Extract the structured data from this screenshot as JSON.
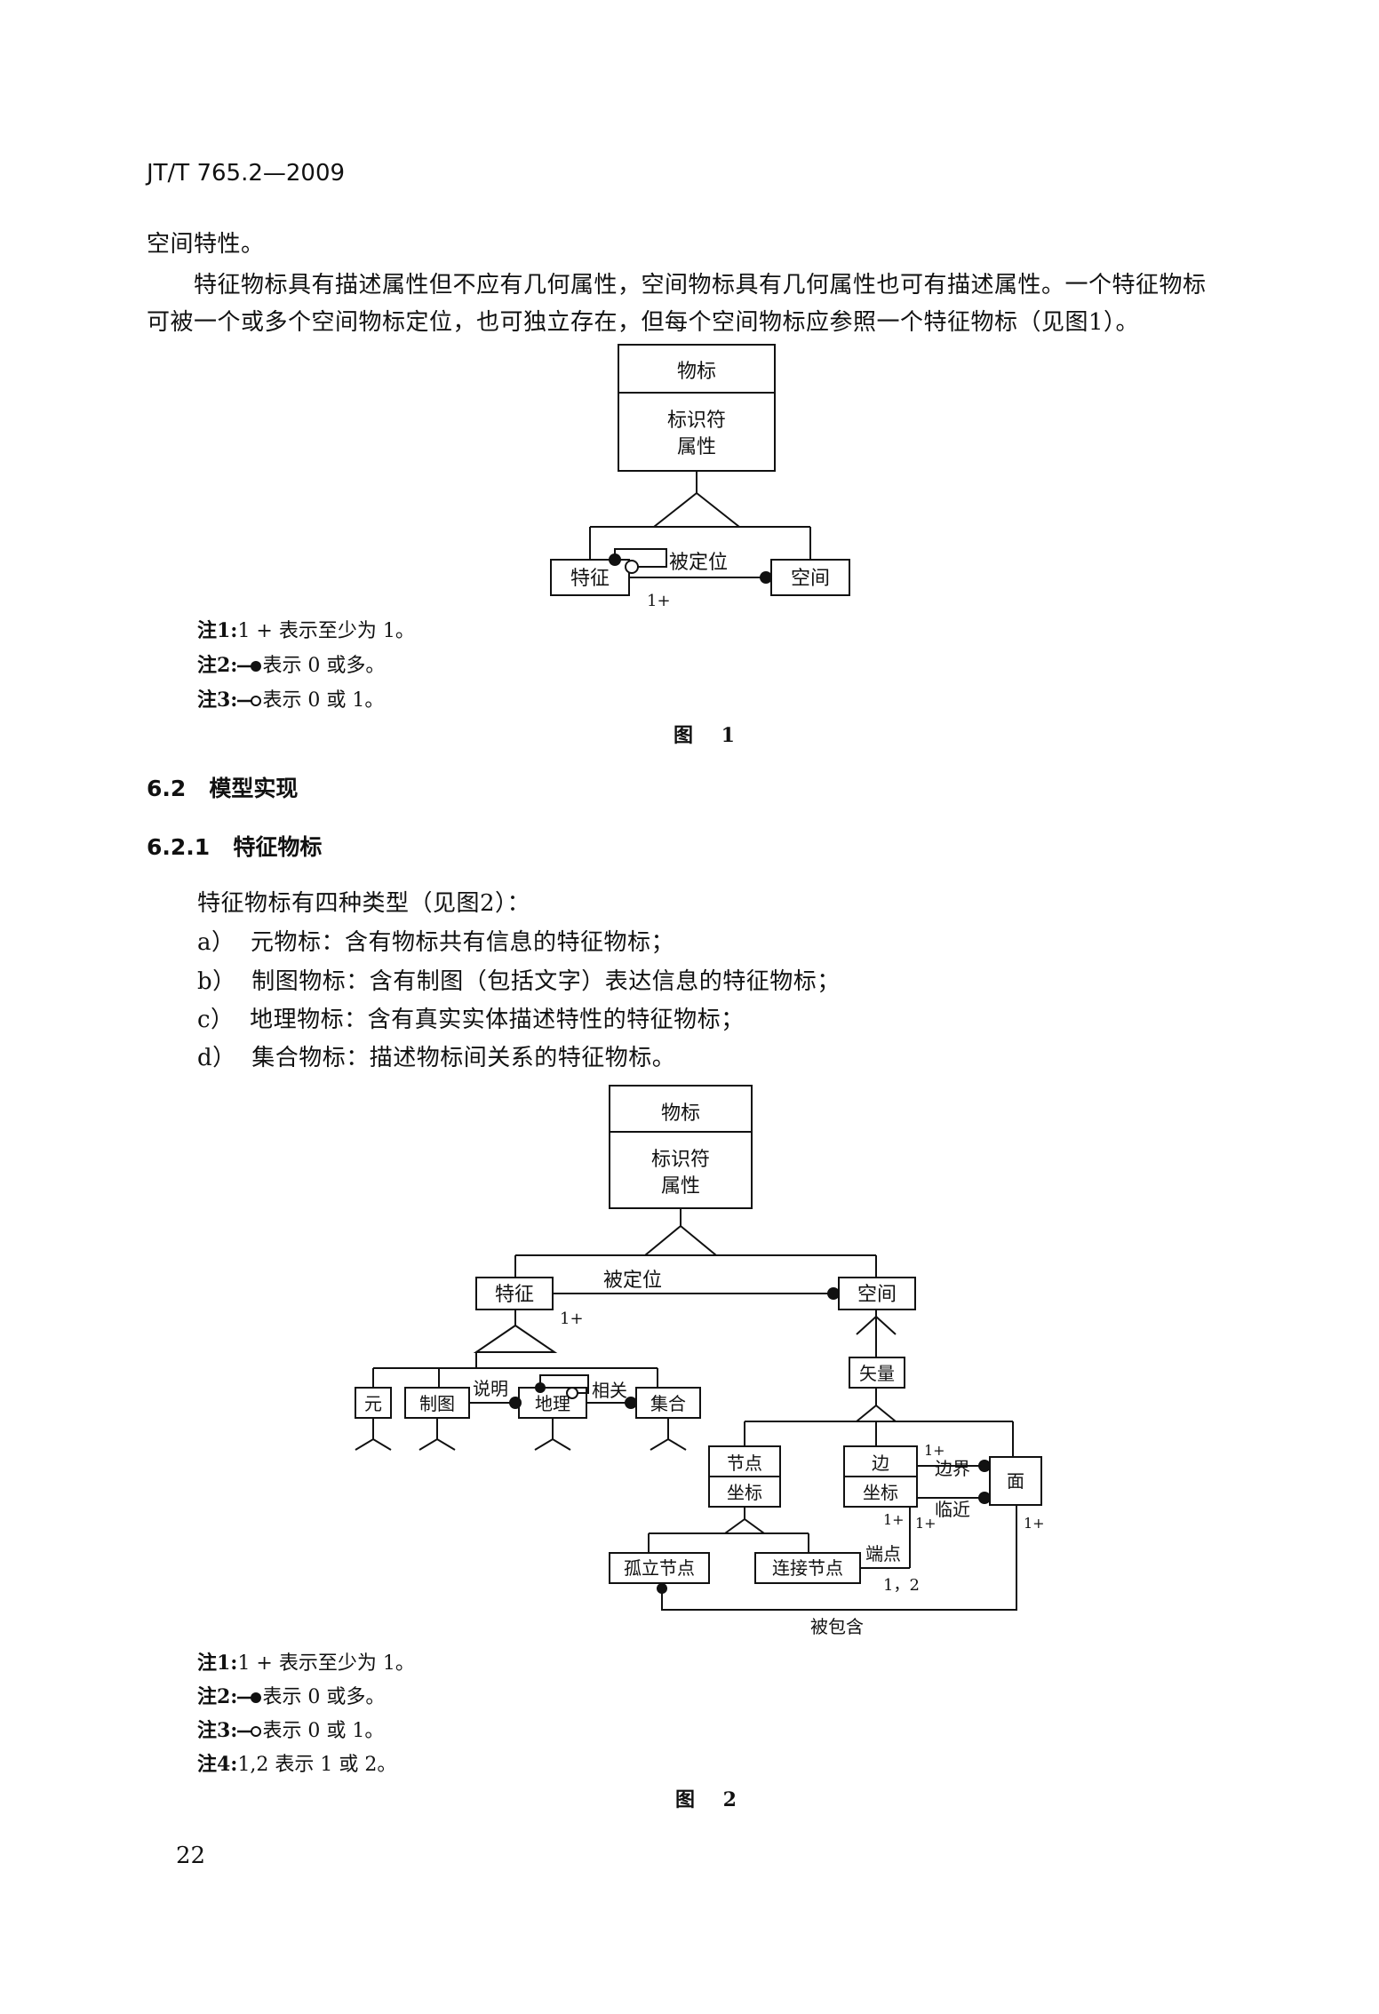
{
  "header": {
    "doc_code": "JT/T 765.2—2009"
  },
  "paragraphs": {
    "p0": "空间特性。",
    "p1_line1": "特征物标具有描述属性但不应有几何属性，空间物标具有几何属性也可有描述属性。一个特征物标",
    "p1_line2": "可被一个或多个空间物标定位，也可独立存在，但每个空间物标应参照一个特征物标（见图1）。"
  },
  "figure1": {
    "class_name": "物标",
    "attr_line1": "标识符",
    "attr_line2": "属性",
    "feature": "特征",
    "spatial": "空间",
    "assoc_label": "被定位",
    "mult": "1+",
    "caption": "图 1"
  },
  "notes1": [
    {
      "label": "注1:",
      "text": "1 + 表示至少为 1。"
    },
    {
      "label": "注2:",
      "text": "表示 0 或多。"
    },
    {
      "label": "注3:",
      "text": "表示 0 或 1。"
    }
  ],
  "section_6_2": {
    "num": "6.2",
    "title": "模型实现"
  },
  "section_6_2_1": {
    "num": "6.2.1",
    "title": "特征物标"
  },
  "types_intro": "特征物标有四种类型（见图2）：",
  "types_list": [
    {
      "marker": "a）",
      "text": "元物标：含有物标共有信息的特征物标；"
    },
    {
      "marker": "b）",
      "text": "制图物标：含有制图（包括文字）表达信息的特征物标；"
    },
    {
      "marker": "c）",
      "text": "地理物标：含有真实实体描述特性的特征物标；"
    },
    {
      "marker": "d）",
      "text": "集合物标：描述物标间关系的特征物标。"
    }
  ],
  "figure2": {
    "class_name": "物标",
    "attr_line1": "标识符",
    "attr_line2": "属性",
    "feature": "特征",
    "spatial": "空间",
    "located": "被定位",
    "mult_1plus": "1+",
    "meta": "元",
    "cartographic": "制图",
    "geo": "地理",
    "collection": "集合",
    "explain": "说明",
    "related": "相关",
    "vector": "矢量",
    "node": "节点",
    "coord": "坐标",
    "edge": "边",
    "face": "面",
    "boundary": "边界",
    "adjacent": "临近",
    "isolated_node": "孤立节点",
    "connected_node": "连接节点",
    "endpoint": "端点",
    "one_two": "1，2",
    "contained": "被包含",
    "caption": "图 2"
  },
  "notes2": [
    {
      "label": "注1:",
      "text": "1 + 表示至少为 1。"
    },
    {
      "label": "注2:",
      "text": "表示 0 或多。"
    },
    {
      "label": "注3:",
      "text": "表示 0 或 1。"
    },
    {
      "label": "注4:",
      "text": "1,2 表示 1 或 2。"
    }
  ],
  "page_number": "22"
}
